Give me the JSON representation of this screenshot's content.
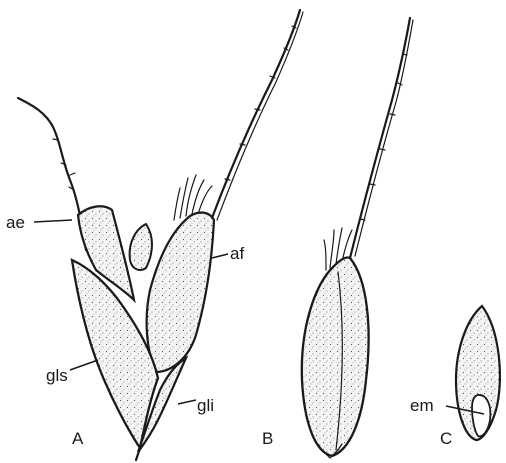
{
  "labels": {
    "ae": "ae",
    "af": "af",
    "gls": "gls",
    "gli": "gli",
    "em": "em",
    "panel_a": "A",
    "panel_b": "B",
    "panel_c": "C"
  },
  "colors": {
    "ink": "#1a1a1a",
    "fill": "#f2f2f0",
    "stipple": "#555555"
  }
}
